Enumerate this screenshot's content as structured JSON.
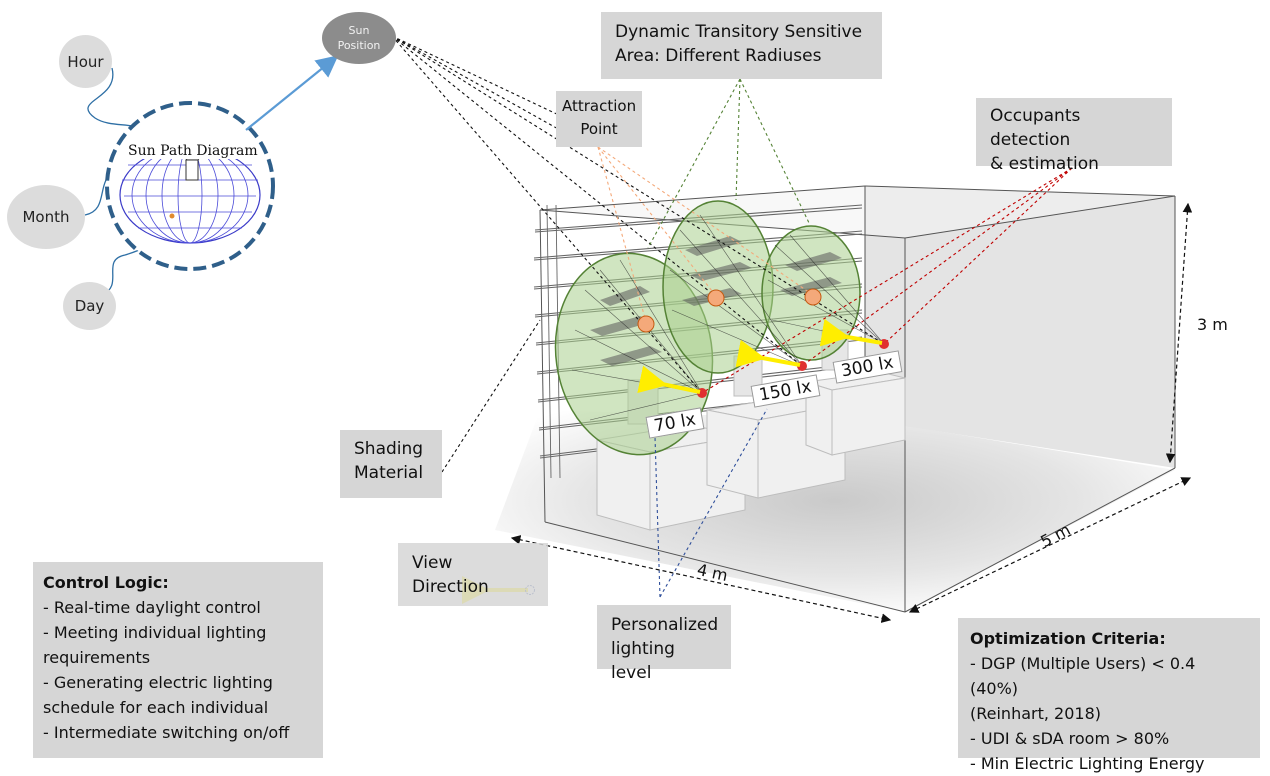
{
  "sun": {
    "hour": "Hour",
    "month": "Month",
    "day": "Day",
    "diagram_label": "Sun Path Diagram",
    "position_line1": "Sun",
    "position_line2": "Position"
  },
  "callouts": {
    "dynamic_line1": "Dynamic Transitory Sensitive",
    "dynamic_line2": "Area: Different Radiuses",
    "attraction_line1": "Attraction",
    "attraction_line2": "Point",
    "occupants_line1": "Occupants detection",
    "occupants_line2": "& estimation",
    "shading_line1": "Shading",
    "shading_line2": "Material",
    "view_direction": "View Direction",
    "personalized_line1": "Personalized",
    "personalized_line2": "lighting level"
  },
  "room": {
    "lux": [
      "70 lx",
      "150 lx",
      "300 lx"
    ],
    "height": "3 m",
    "width": "4 m",
    "depth": "5 m"
  },
  "control_logic": {
    "title": "Control Logic:",
    "lines": [
      "- Real-time daylight control",
      "- Meeting individual lighting",
      "requirements",
      "- Generating electric lighting",
      "schedule for each individual",
      "- Intermediate switching on/off"
    ]
  },
  "optimization": {
    "title": "Optimization Criteria:",
    "lines": [
      "- DGP (Multiple Users) < 0.4 (40%)",
      "(Reinhart, 2018)",
      "- UDI & sDA room > 80%",
      "- Min Electric Lighting Energy"
    ]
  },
  "colors": {
    "box": "#d6d6d6",
    "sensitive_area": "#a9d08e",
    "occupant": "#e03030",
    "attraction": "#f4a97a",
    "view_arrow": "#ffee00",
    "sun_arrow": "#5b9bd5"
  }
}
